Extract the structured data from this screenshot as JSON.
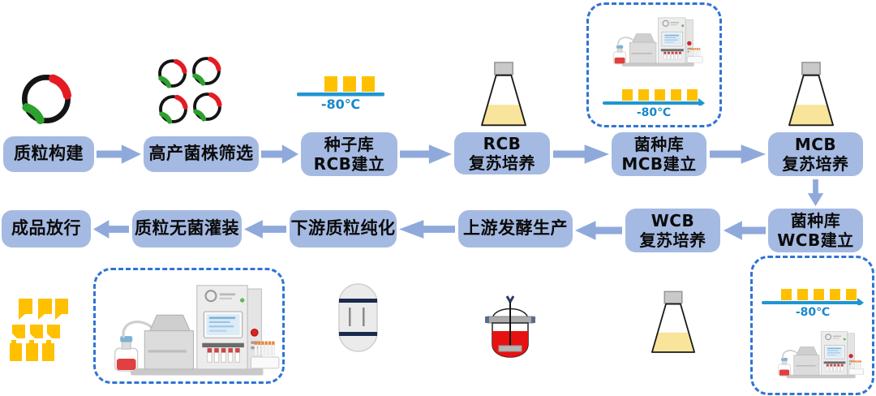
{
  "nodes": [
    {
      "id": "plasmid-construction",
      "line1": "质粒构建",
      "line2": ""
    },
    {
      "id": "strain-screening",
      "line1": "高产菌株筛选",
      "line2": ""
    },
    {
      "id": "seed-bank-rcb",
      "line1": "种子库",
      "line2": "RCB建立"
    },
    {
      "id": "rcb-culture",
      "line1": "RCB",
      "line2": "复苏培养"
    },
    {
      "id": "mcb-bank",
      "line1": "菌种库",
      "line2": "MCB建立"
    },
    {
      "id": "mcb-culture",
      "line1": "MCB",
      "line2": "复苏培养"
    },
    {
      "id": "wcb-bank",
      "line1": "菌种库",
      "line2": "WCB建立"
    },
    {
      "id": "wcb-culture",
      "line1": "WCB",
      "line2": "复苏培养"
    },
    {
      "id": "upstream-fermentation",
      "line1": "上游发酵生产",
      "line2": ""
    },
    {
      "id": "downstream-purification",
      "line1": "下游质粒纯化",
      "line2": ""
    },
    {
      "id": "sterile-filling",
      "line1": "质粒无菌灌装",
      "line2": ""
    },
    {
      "id": "product-release",
      "line1": "成品放行",
      "line2": ""
    }
  ],
  "freezer": {
    "label": "-80℃"
  },
  "flow": {
    "row1_order": [
      "质粒构建",
      "高产菌株筛选",
      "种子库RCB建立",
      "RCB复苏培养",
      "菌种库MCB建立",
      "MCB复苏培养"
    ],
    "row2_order": [
      "菌种库WCB建立",
      "WCB复苏培养",
      "上游发酵生产",
      "下游质粒纯化",
      "质粒无菌灌装",
      "成品放行"
    ]
  },
  "icons": {
    "plasmid": "black ring with red and green segments",
    "plasmid_group": "four plasmid rings",
    "freezer": "yellow vials on blue rail, -80℃",
    "flask": "erlenmeyer flask with yellow medium",
    "bioreactor": "stirred tank with red broth",
    "column": "chromatography column capsule",
    "machine": "automated cell-bank filling instrument",
    "product_bands": "yellow product band pattern"
  },
  "colors": {
    "node_fill": "#A5BAE2",
    "arrow_fill": "#8FA9DB",
    "dashed_border": "#2F74D4",
    "freezer_yellow": "#FFC000",
    "freezer_blue": "#1E96D2",
    "freezer_text": "#1888CC",
    "flask_liquid": "#F9E49C",
    "reactor_red": "#E81111"
  }
}
